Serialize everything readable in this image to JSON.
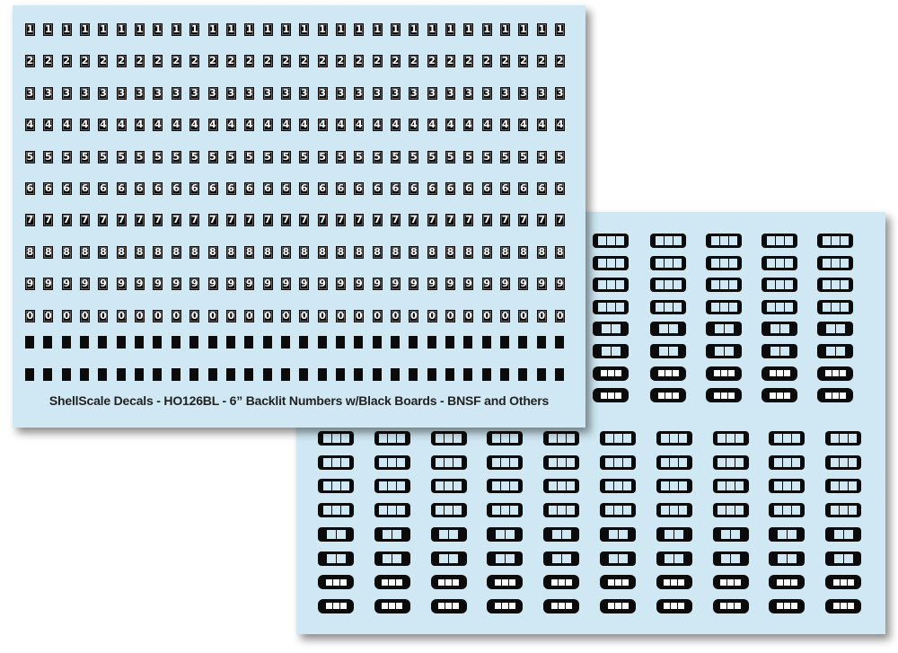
{
  "caption": "ShellScale Decals - HO126BL - 6” Backlit Numbers w/Black Boards - BNSF and Others",
  "digit_rows": [
    "1",
    "2",
    "3",
    "4",
    "5",
    "6",
    "7",
    "8",
    "9",
    "0"
  ],
  "digits_per_row": 30,
  "board_rows": 2,
  "colors": {
    "decal_film": "#cfe8f3",
    "ink": "#0b0b0b",
    "caption": "#222222"
  }
}
